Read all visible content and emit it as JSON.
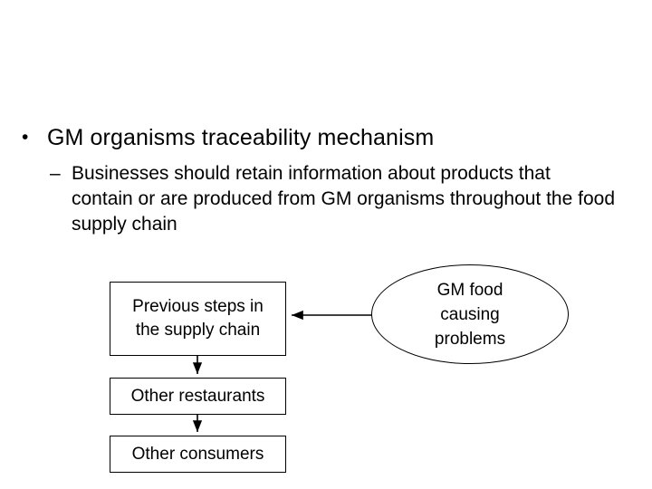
{
  "slide": {
    "background_color": "#ffffff",
    "text_color": "#000000",
    "line_color": "#000000"
  },
  "content": {
    "level1_bullet_marker": "•",
    "level1_text": "GM organisms traceability mechanism",
    "level2_bullet_marker": "–",
    "level2_text": "Businesses should retain information about products that contain or are produced from GM organisms throughout the food supply chain"
  },
  "diagram": {
    "nodes": [
      {
        "id": "previous-steps",
        "shape": "rectangle",
        "label": "Previous steps in\nthe supply chain"
      },
      {
        "id": "gm-food",
        "shape": "ellipse",
        "label": "GM food\ncausing\nproblems"
      },
      {
        "id": "other-restaurants",
        "shape": "rectangle",
        "label": "Other restaurants"
      },
      {
        "id": "other-consumers",
        "shape": "rectangle",
        "label": "Other consumers"
      }
    ],
    "edges": [
      {
        "id": "gmfood-to-previous",
        "from": "gm-food",
        "to": "previous-steps",
        "direction": "left"
      },
      {
        "id": "previous-to-restaurants",
        "from": "previous-steps",
        "to": "other-restaurants",
        "direction": "down"
      },
      {
        "id": "restaurants-to-consumers",
        "from": "other-restaurants",
        "to": "other-consumers",
        "direction": "down"
      }
    ]
  }
}
